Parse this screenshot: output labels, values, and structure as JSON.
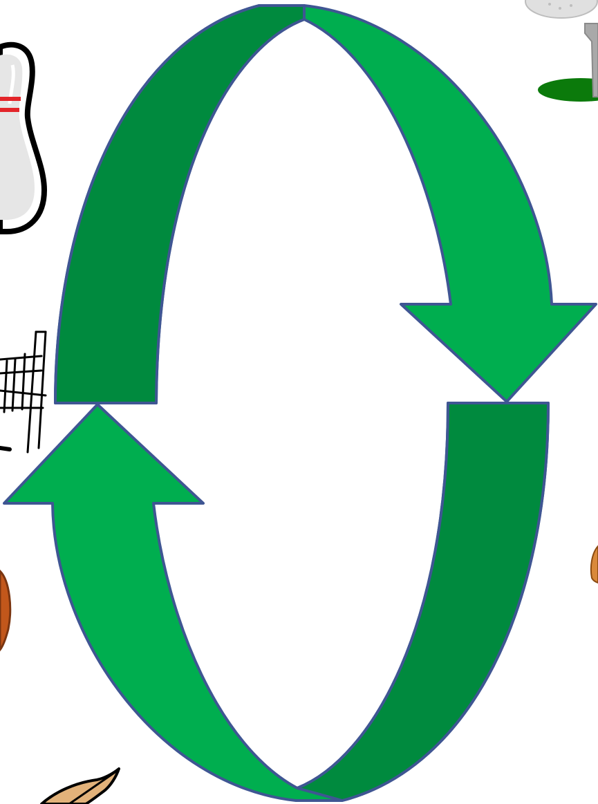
{
  "diagram": {
    "kind": "cycle",
    "arrow_count": 2,
    "direction": "clockwise",
    "colors": {
      "arrow_light": "#00AE4F",
      "arrow_dark": "#008A3E",
      "outline": "#3F5693",
      "background": "#FFFFFF"
    }
  },
  "clipart": [
    {
      "name": "bowling-pin-icon",
      "colors": [
        "#E6E6E6",
        "#E3252A",
        "#000000"
      ]
    },
    {
      "name": "golf-ball-on-tee-icon",
      "colors": [
        "#D9D9D9",
        "#0B7A0B",
        "#A0A0A0"
      ]
    },
    {
      "name": "sports-net-icon",
      "colors": [
        "#000000"
      ]
    },
    {
      "name": "basketball-icon",
      "colors": [
        "#C2571B",
        "#7A3510"
      ]
    },
    {
      "name": "football-icon",
      "colors": [
        "#D9893A",
        "#8A4A10"
      ]
    },
    {
      "name": "feather-quill-icon",
      "colors": [
        "#E2B27A",
        "#000000"
      ]
    }
  ]
}
